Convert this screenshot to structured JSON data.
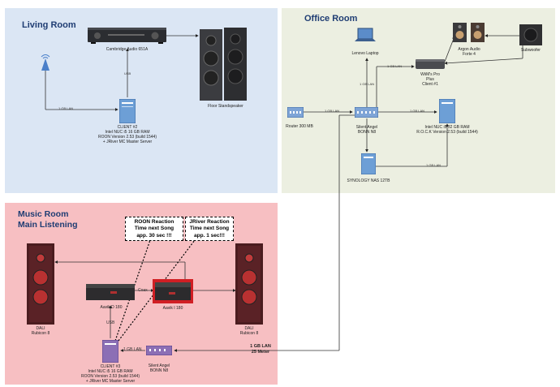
{
  "rooms": {
    "living": "Living Room",
    "office": "Office Room",
    "music": "Music Room\nMain Listening"
  },
  "devices": {
    "cambridge": "Cambridge Audio 651A",
    "floor_speaker": "Floor Standspeaker",
    "client2": "CLIENT #2\nIntel NUC i5 16 GB RAM\nROON Version 2.53 (build 1544)\n+ JRiver MC Master Server",
    "laptop": "Lenovo Laptop",
    "argon": "Argon Audio\nForte 4",
    "subwoofer": "Subwoofer",
    "wiim": "WiiM's Pro\nPlus\nClient #1",
    "router": "Router 300 MB",
    "silent_angel_office": "Silent Angel\nBONN N8",
    "nuc_rock": "Intel NUC i5 32 GB RAM\nR.O.C.K Version 2.53 (build 1544)",
    "nas": "SYNOLOGY NAS 12TB",
    "dali_left": "DALI\nRubicon 8",
    "dali_right": "DALI\nRubicon 8",
    "aavik_d": "Aavik D 180",
    "aavik_i": "Aavik I 180",
    "client3": "CLIENT #3\nIntel NUC i5 16 GB RAM\nROON Version 2.53 (build 1544)\n+ JRiver MC Master Server",
    "silent_angel_music": "Silent Angel\nBONN N8"
  },
  "notes": {
    "roon": "ROON Reaction\nTime next Song\napp. 30 sec !!!",
    "jriver": "JRiver Reaction\nTime next Song\napp. 1 sec!!!"
  },
  "links": {
    "living_lan": "1 GB LAN",
    "living_usb": "USB",
    "office_wiim_lan": "1 GB LAN",
    "office_laptop_lan": "1 GB LAN",
    "office_router_lan": "1 GB LAN",
    "office_rock_lan": "1 GB LAN",
    "office_nas_lan": "1 GB LAN",
    "music_usb": "USB",
    "music_coax": "Coax",
    "music_lan": "1 GB LAN",
    "long_run": "1 GB LAN\n25 Meter"
  },
  "colors": {
    "living_bg": "#dbe6f4",
    "office_bg": "#ecefe1",
    "music_bg": "#f7bfc2",
    "title": "#1f3d73"
  }
}
